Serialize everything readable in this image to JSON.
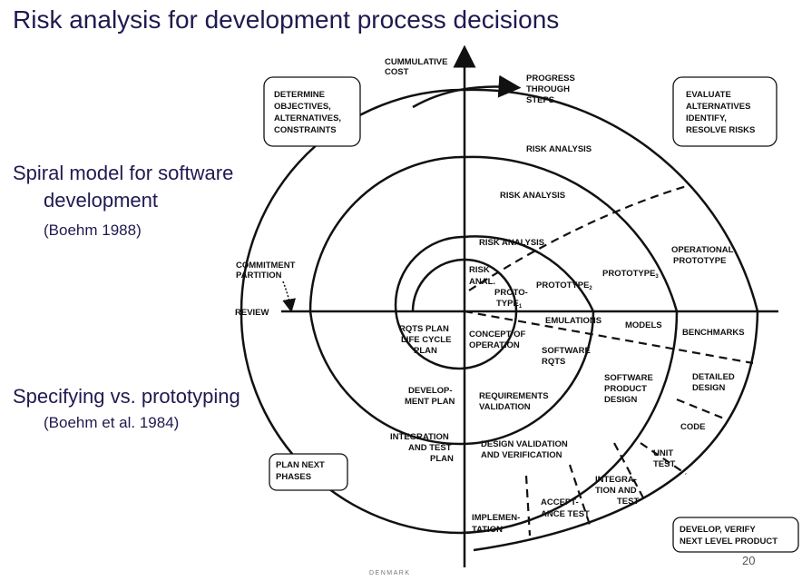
{
  "slide": {
    "title": "Risk analysis for development process decisions",
    "bullet1_line1": "Spiral model for software",
    "bullet1_line2": "development",
    "bullet1_ref": "(Boehm 1988)",
    "bullet2": "Specifying vs. prototyping",
    "bullet2_ref": "(Boehm et al. 1984)",
    "page_number": "20",
    "footer": "DENMARK"
  },
  "diagram": {
    "axis_cost": [
      "CUMMULATIVE",
      "COST"
    ],
    "progress": [
      "PROGRESS",
      "THROUGH",
      "STEPS"
    ],
    "determine": [
      "DETERMINE",
      "OBJECTIVES,",
      "ALTERNATIVES,",
      "CONSTRAINTS"
    ],
    "evaluate": [
      "EVALUATE",
      "ALTERNATIVES",
      "IDENTIFY,",
      "RESOLVE RISKS"
    ],
    "plan_next": [
      "PLAN NEXT",
      "PHASES"
    ],
    "develop_verify": [
      "DEVELOP, VERIFY",
      "NEXT LEVEL PRODUCT"
    ],
    "commitment": [
      "COMMITMENT",
      "PARTITION"
    ],
    "review": "REVIEW",
    "risk_analysis_outer": "RISK ANALYSIS",
    "risk_analysis_2": "RISK ANALYSIS",
    "risk_analysis_3": "RISK ANALYSIS",
    "risk_anal_inner": [
      "RISK",
      "ANAL."
    ],
    "proto_type_1": [
      "PROTO-",
      "TYPE"
    ],
    "proto_sub_1": "1",
    "prototype_2": "PROTOTYPE",
    "prototype_2_sub": "2",
    "prototype_3": "PROTOTYPE",
    "prototype_3_sub": "3",
    "operational_prototype": [
      "OPERATIONAL",
      "PROTOTYPE"
    ],
    "emulations": "EMULATIONS",
    "models": "MODELS",
    "benchmarks": "BENCHMARKS",
    "rqts_plan": [
      "RQTS PLAN",
      "LIFE CYCLE",
      "PLAN"
    ],
    "concept": [
      "CONCEPT OF",
      "OPERATION"
    ],
    "software_rqts": [
      "SOFTWARE",
      "RQTS"
    ],
    "development_plan": [
      "DEVELOP-",
      "MENT PLAN"
    ],
    "requirements_validation": [
      "REQUIREMENTS",
      "VALIDATION"
    ],
    "software_product_design": [
      "SOFTWARE",
      "PRODUCT",
      "DESIGN"
    ],
    "detailed_design": [
      "DETAILED",
      "DESIGN"
    ],
    "integration_test_plan": [
      "INTEGRATION",
      "AND TEST",
      "PLAN"
    ],
    "design_validation": [
      "DESIGN VALIDATION",
      "AND VERIFICATION"
    ],
    "code": "CODE",
    "unit_test": [
      "UNIT",
      "TEST"
    ],
    "integration_test": [
      "INTEGRA-",
      "TION AND",
      "TEST"
    ],
    "acceptance_test": [
      "ACCEPT-",
      "ANCE TEST"
    ],
    "implementation": [
      "IMPLEMEN-",
      "TATION"
    ]
  }
}
